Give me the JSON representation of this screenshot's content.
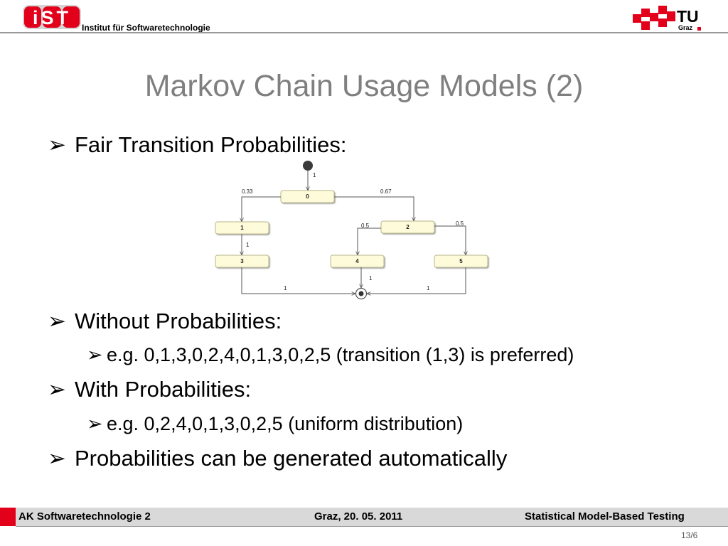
{
  "header": {
    "logo_left_text": "iST",
    "institute": "Institut für Softwaretechnologie",
    "logo_right_text": "TU",
    "logo_right_sub": "Graz"
  },
  "slide": {
    "title": "Markov Chain Usage Models (2)",
    "bullets": [
      {
        "level": 1,
        "text": "Fair Transition Probabilities:"
      },
      {
        "level": 1,
        "text": "Without Probabilities:"
      },
      {
        "level": 2,
        "text": "e.g. 0,1,3,0,2,4,0,1,3,0,2,5 (transition (1,3) is preferred)"
      },
      {
        "level": 1,
        "text": "With Probabilities:"
      },
      {
        "level": 2,
        "text": "e.g. 0,2,4,0,1,3,0,2,5 (uniform distribution)"
      },
      {
        "level": 1,
        "text": "Probabilities can be generated automatically"
      }
    ],
    "bullet_glyph": "➢"
  },
  "diagram": {
    "nodes": [
      "0",
      "1",
      "2",
      "3",
      "4",
      "5"
    ],
    "edge_labels": {
      "start_0": "1",
      "e0_1": "0.33",
      "e0_2": "0.67",
      "e1_3": "1",
      "e2_4": "0.5",
      "e2_5": "0.5",
      "e4_end": "1",
      "e3_end": "1",
      "e5_end": "1"
    },
    "colors": {
      "node_fill": "#fdfbd9",
      "node_border": "#b9b68a"
    }
  },
  "footer": {
    "left": "AK Softwaretechnologie 2",
    "center": "Graz, 20. 05. 2011",
    "right": "Statistical Model-Based Testing",
    "page": "13/6"
  },
  "colors": {
    "accent_red": "#e3001b",
    "title_gray": "#7f7f7f",
    "footer_gray": "#d9d9d9"
  }
}
